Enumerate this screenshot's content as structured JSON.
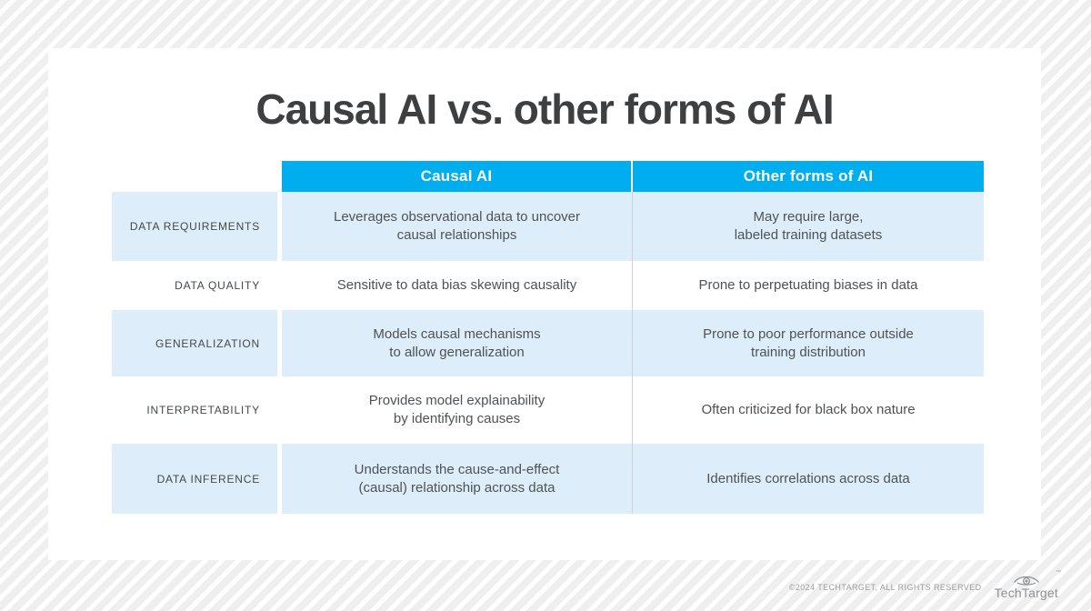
{
  "chart_data": {
    "type": "table",
    "title": "Causal AI vs. other forms of AI",
    "columns": [
      "Causal AI",
      "Other forms of AI"
    ],
    "row_headers": [
      "DATA REQUIREMENTS",
      "DATA QUALITY",
      "GENERALIZATION",
      "INTERPRETABILITY",
      "DATA INFERENCE"
    ],
    "cells": [
      [
        "Leverages observational data to uncover\ncausal relationships",
        "May require large,\nlabeled training datasets"
      ],
      [
        "Sensitive to data bias skewing causality",
        "Prone to perpetuating biases in data"
      ],
      [
        "Models causal mechanisms\nto allow generalization",
        "Prone to poor performance outside\ntraining distribution"
      ],
      [
        "Provides model explainability\nby identifying causes",
        "Often criticized for black box nature"
      ],
      [
        "Understands the cause-and-effect\n(causal) relationship across data",
        "Identifies correlations across data"
      ]
    ],
    "layout": "alternating light-blue and white rows, cyan header over the two data columns only"
  },
  "footer": {
    "copyright": "©2024 TECHTARGET, ALL RIGHTS RESERVED",
    "brand": "TechTarget",
    "trademark": "™"
  },
  "colors": {
    "header_accent": "#00aeef",
    "row_alt": "#ddeefa",
    "title_text": "#3e3f41",
    "cell_text": "#4e5256",
    "divider": "#ccd3d8",
    "footer_text": "#9a9da0"
  }
}
